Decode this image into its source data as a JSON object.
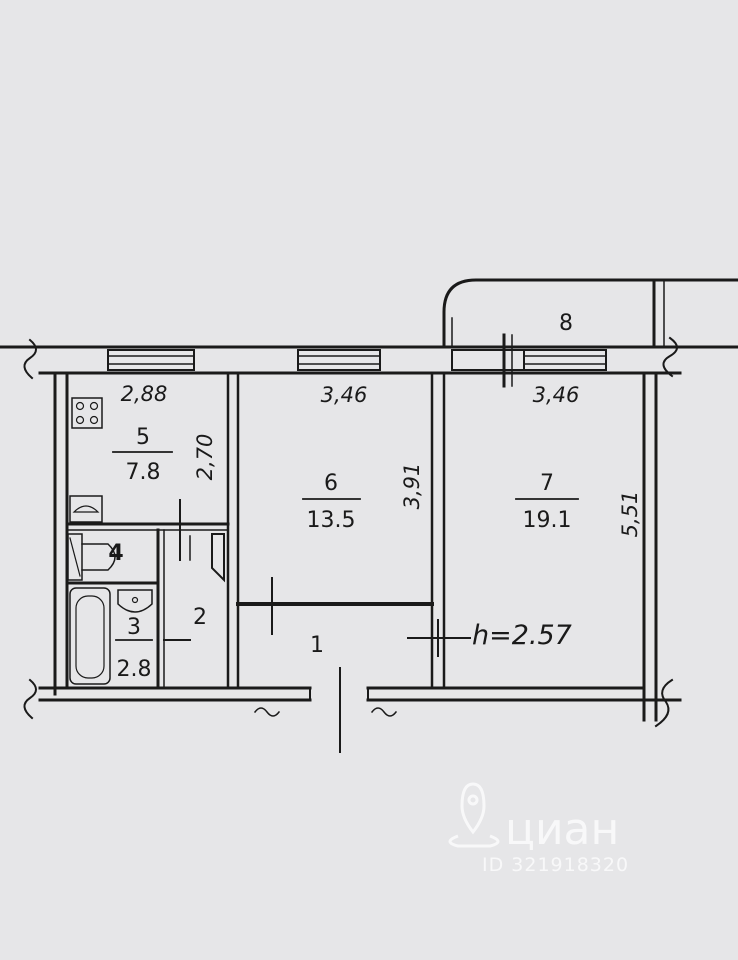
{
  "rooms": {
    "r1": {
      "number": "1"
    },
    "r2": {
      "number": "2"
    },
    "r3": {
      "number": "3",
      "area": "2.8"
    },
    "r4": {
      "number": "4"
    },
    "r5": {
      "number": "5",
      "area": "7.8"
    },
    "r6": {
      "number": "6",
      "area": "13.5"
    },
    "r7": {
      "number": "7",
      "area": "19.1"
    },
    "r8": {
      "number": "8"
    }
  },
  "dimensions": {
    "kitchen_width": "2,88",
    "kitchen_depth": "2,70",
    "room6_width": "3,46",
    "room6_depth": "3,91",
    "room7_width": "3,46",
    "room7_depth": "5,51"
  },
  "ceiling_height": "h=2.57",
  "watermark": {
    "brand": "циан",
    "id": "ID 321918320"
  },
  "colors": {
    "background": "#e6e6e8",
    "line": "#1a1a1a"
  }
}
